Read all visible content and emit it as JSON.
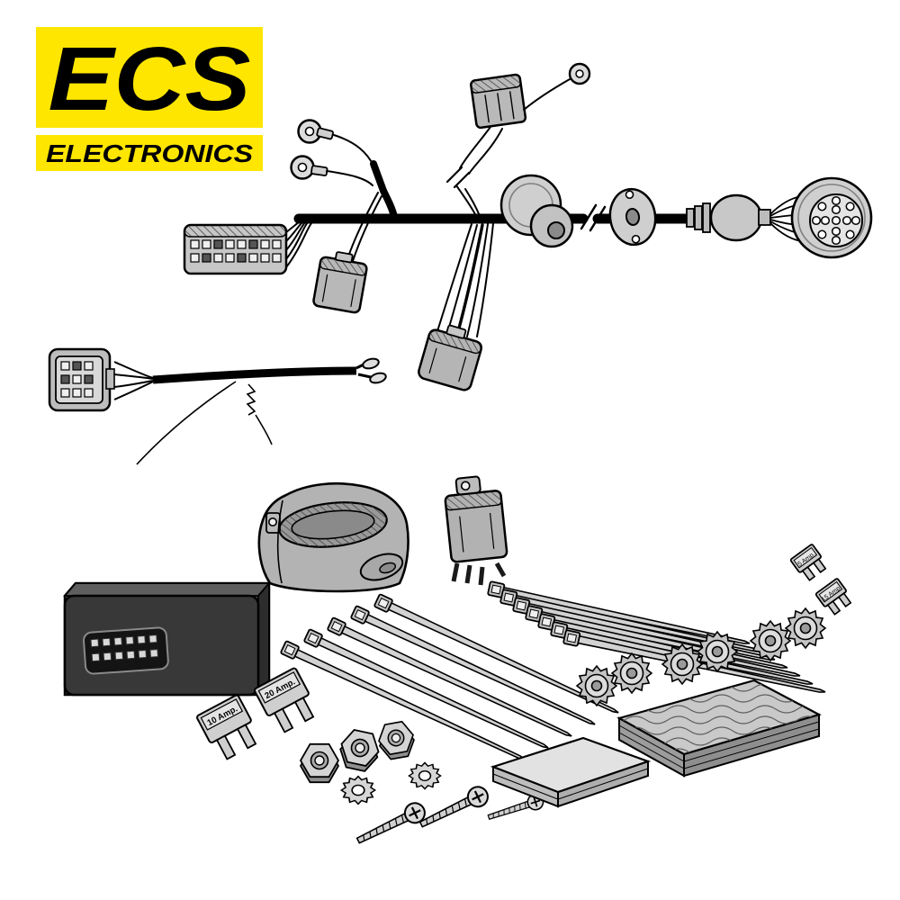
{
  "logo": {
    "brand": "ECS",
    "subtitle": "ELECTRONICS",
    "bg_color": "#FFE600",
    "text_color": "#000000"
  },
  "fuses": {
    "mini_5": "5 Amp.",
    "mini_15": "15 Amp.",
    "blade_10": "10 Amp.",
    "blade_20": "20 Amp."
  },
  "illustration": {
    "description_parts": "towbar wiring kit: main harness, secondary harness, ECU module, socket housing, relay, cable ties, fuses, scotch locks, nuts, washers, screws, foam pads"
  }
}
